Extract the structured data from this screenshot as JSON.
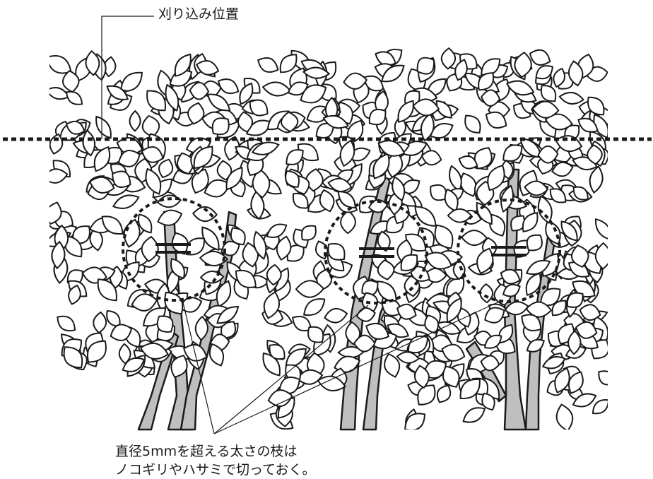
{
  "labels": {
    "pruning_position": "刈り込み位置",
    "branch_note_line1": "直径5mmを超える太さの枝は",
    "branch_note_line2": "ノコギリやハサミで切っておく。"
  },
  "colors": {
    "trunk_fill": "#bfbfbf",
    "line": "#1a1a1a",
    "leaf_fill": "#ffffff",
    "background": "#ffffff"
  },
  "icons": {
    "leaf": "leaf-icon",
    "cut_mark": "cut-mark-icon"
  }
}
